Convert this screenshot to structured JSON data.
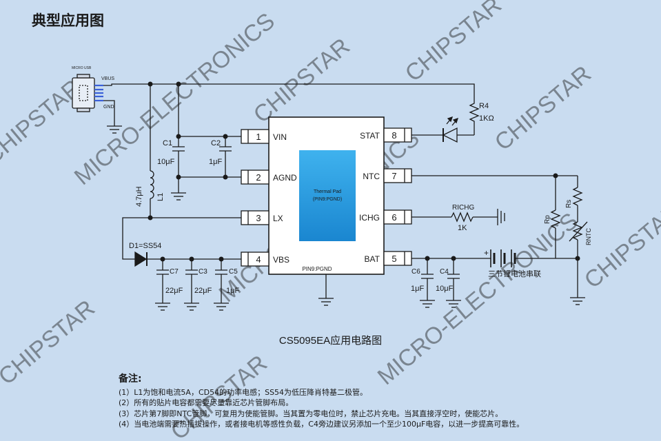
{
  "heading": "典型应用图",
  "watermark": [
    "CHIPSTAR",
    "MICRO-ELECTRONICS"
  ],
  "usb": {
    "connector": "MICRO USB",
    "vbus": "VBUS",
    "gnd": "GND"
  },
  "chip": {
    "pad_title": "Thermal Pad",
    "pad_sub": "(PIN9:PGND)",
    "pin9": "PIN9:PGND",
    "left_pins": [
      {
        "num": "1",
        "name": "VIN"
      },
      {
        "num": "2",
        "name": "AGND"
      },
      {
        "num": "3",
        "name": "LX"
      },
      {
        "num": "4",
        "name": "VBS"
      }
    ],
    "right_pins": [
      {
        "num": "8",
        "name": "STAT"
      },
      {
        "num": "7",
        "name": "NTC"
      },
      {
        "num": "6",
        "name": "ICHG"
      },
      {
        "num": "5",
        "name": "BAT"
      }
    ]
  },
  "components": {
    "c1": {
      "ref": "C1",
      "val": "10μF"
    },
    "c2": {
      "ref": "C2",
      "val": "1μF"
    },
    "l1": {
      "ref": "L1",
      "val": "4.7μH"
    },
    "d1": {
      "label": "D1=SS54"
    },
    "c7": {
      "ref": "C7",
      "val": "22μF"
    },
    "c3": {
      "ref": "C3",
      "val": "22μF"
    },
    "c5": {
      "ref": "C5",
      "val": "1μF"
    },
    "r4": {
      "ref": "R4",
      "val": "1KΩ"
    },
    "richg": {
      "ref": "RICHG",
      "val": "1K"
    },
    "c6": {
      "ref": "C6",
      "val": "1μF"
    },
    "c4": {
      "ref": "C4",
      "val": "10μF"
    },
    "battery": {
      "label": "三节锂电池串联"
    },
    "rp": {
      "ref": "Rp"
    },
    "rs": {
      "ref": "Rs"
    },
    "rntc": {
      "ref": "RNTC"
    }
  },
  "caption": "CS5095EA应用电路图",
  "notes": {
    "title": "备注:",
    "items": [
      "(1）L1为饱和电流5A，CD54的功率电感；SS54为低压降肖特基二极管。",
      "(2）所有的贴片电容都需要尽量靠近芯片管脚布局。",
      "(3）芯片第7脚即NTC管脚，可复用为使能管脚。当其置为零电位时，禁止芯片充电。当其直接浮空时，使能芯片。",
      "(4）当电池端需要热插拔操作，或者接电机等感性负载，C4旁边建议另添加一个至少100μF电容，以进一步提高可靠性。"
    ]
  },
  "colors": {
    "background": "#c9dcf0",
    "line": "#1a1a1a",
    "pad": "#2a9ce0",
    "usb_pins": "#3a5fd8"
  }
}
